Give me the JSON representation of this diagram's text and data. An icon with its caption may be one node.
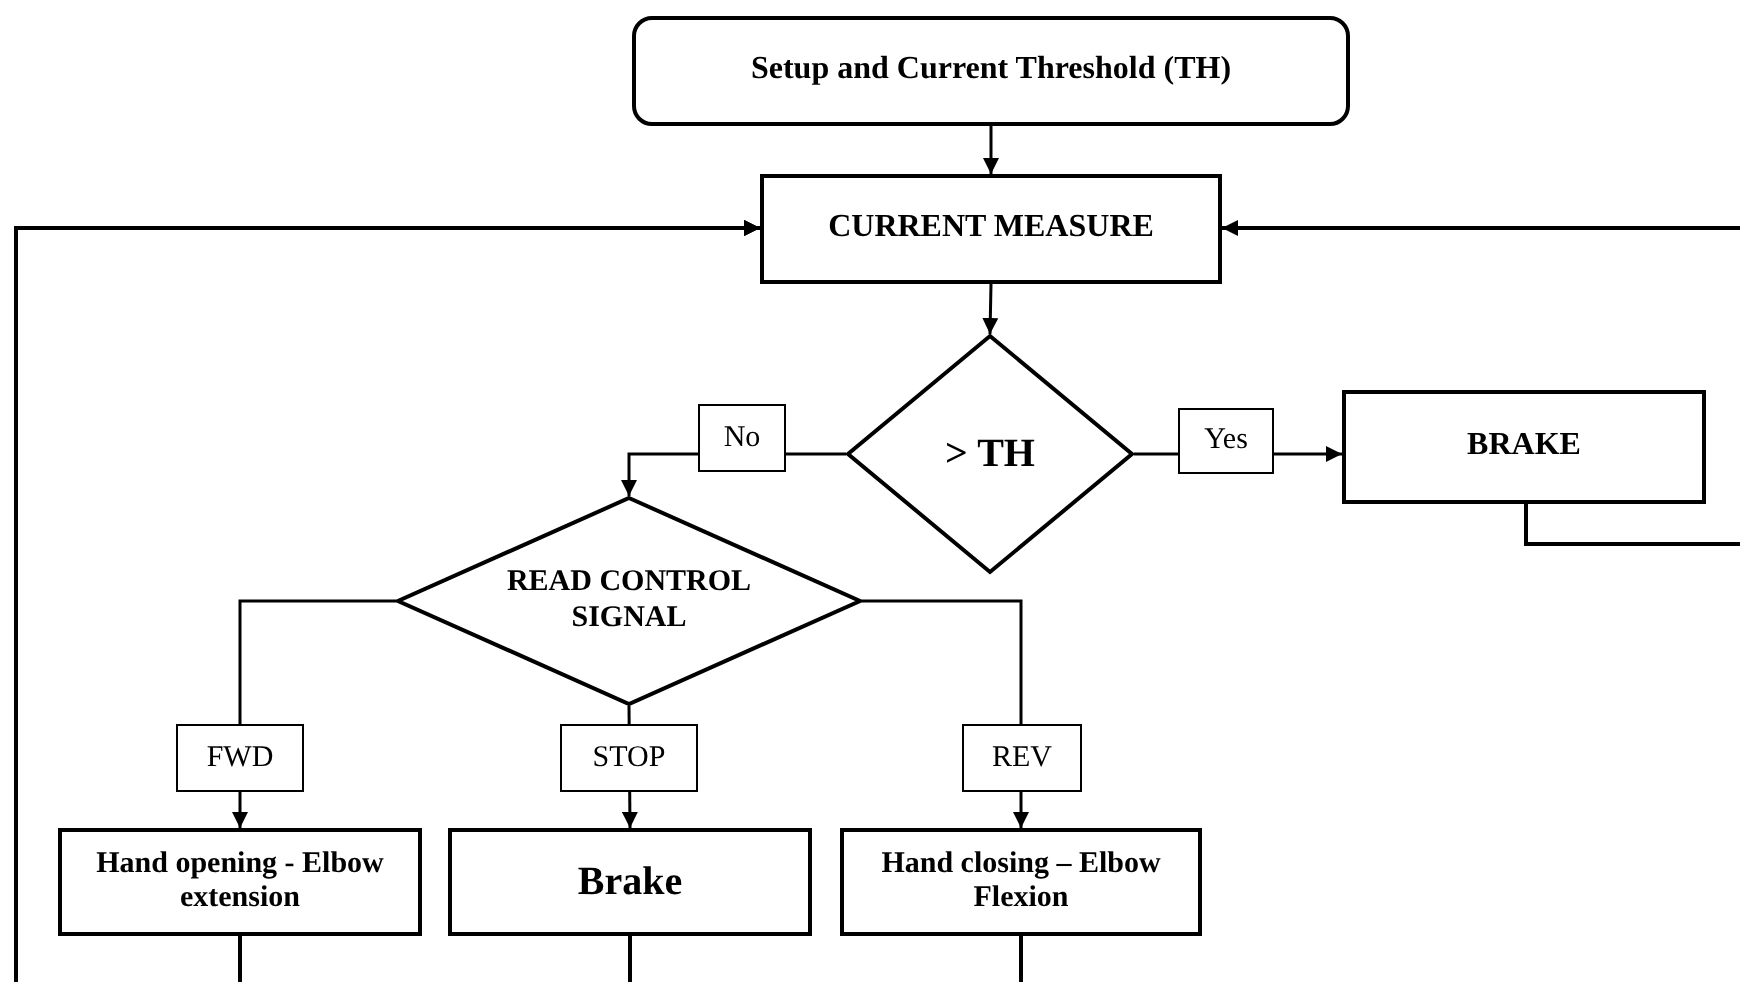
{
  "diagram": {
    "nodes": [
      {
        "text": [
          "Setup and Current Threshold (TH)"
        ]
      },
      {
        "text": [
          "CURRENT MEASURE"
        ]
      },
      {
        "text": [
          "> TH"
        ]
      },
      {
        "text": [
          "BRAKE"
        ]
      },
      {
        "text": [
          "READ CONTROL SIGNAL"
        ]
      },
      {
        "text": [
          "Hand opening - Elbow extension"
        ]
      },
      {
        "text": [
          "Brake"
        ]
      },
      {
        "text": [
          "Hand closing – Elbow Flexion"
        ]
      }
    ],
    "edges": [
      {
        "from": 0,
        "to": 1,
        "arrow": "to"
      },
      {
        "from": 1,
        "to": 2,
        "arrow": "to"
      },
      {
        "from": 2,
        "to": 4,
        "label": "No",
        "arrow": "to"
      },
      {
        "from": 2,
        "to": 3,
        "label": "Yes",
        "arrow": "to"
      },
      {
        "from": 4,
        "to": 5,
        "label": "FWD",
        "arrow": "to"
      },
      {
        "from": 4,
        "to": 6,
        "label": "STOP",
        "arrow": "to"
      },
      {
        "from": 4,
        "to": 7,
        "label": "REV",
        "arrow": "to"
      },
      {
        "from": 5,
        "to": 1,
        "arrow": "to"
      },
      {
        "from": 6,
        "to": 1,
        "arrow": "to"
      },
      {
        "from": 7,
        "to": 1,
        "arrow": "to"
      },
      {
        "from": 3,
        "to": 1,
        "arrow": "to"
      }
    ]
  }
}
